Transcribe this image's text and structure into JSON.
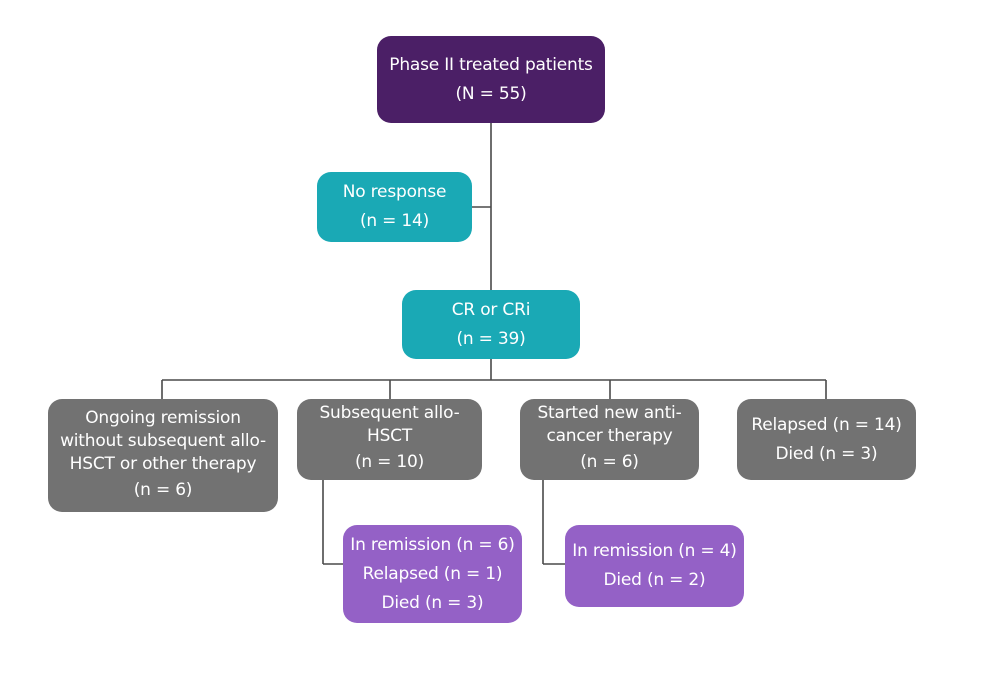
{
  "colors": {
    "root": "#4b1f66",
    "response": "#1aa9b5",
    "outcome": "#727272",
    "sub_outcome": "#9461c6",
    "connector": "#4a4a4a"
  },
  "nodes": {
    "root": {
      "lines": [
        "Phase II treated patients",
        "(N = 55)"
      ]
    },
    "no_response": {
      "lines": [
        "No response",
        "(n = 14)"
      ]
    },
    "cr_cri": {
      "lines": [
        "CR or CRi",
        "(n = 39)"
      ]
    },
    "ongoing_remission": {
      "lines": [
        "Ongoing remission",
        "without subsequent allo-",
        "HSCT or other therapy",
        "(n = 6)"
      ]
    },
    "subsequent_hsct": {
      "lines": [
        "Subsequent allo-",
        "HSCT",
        "(n = 10)"
      ]
    },
    "new_therapy": {
      "lines": [
        "Started new anti-",
        "cancer therapy",
        "(n = 6)"
      ]
    },
    "relapsed_died": {
      "lines": [
        "Relapsed (n = 14)",
        "Died (n = 3)"
      ]
    },
    "hsct_outcomes": {
      "lines": [
        "In remission (n = 6)",
        "Relapsed (n = 1)",
        "Died (n = 3)"
      ]
    },
    "therapy_outcomes": {
      "lines": [
        "In remission (n = 4)",
        "Died (n = 2)"
      ]
    }
  },
  "edges": [
    [
      "root",
      "no_response"
    ],
    [
      "root",
      "cr_cri"
    ],
    [
      "cr_cri",
      "ongoing_remission"
    ],
    [
      "cr_cri",
      "subsequent_hsct"
    ],
    [
      "cr_cri",
      "new_therapy"
    ],
    [
      "cr_cri",
      "relapsed_died"
    ],
    [
      "subsequent_hsct",
      "hsct_outcomes"
    ],
    [
      "new_therapy",
      "therapy_outcomes"
    ]
  ]
}
